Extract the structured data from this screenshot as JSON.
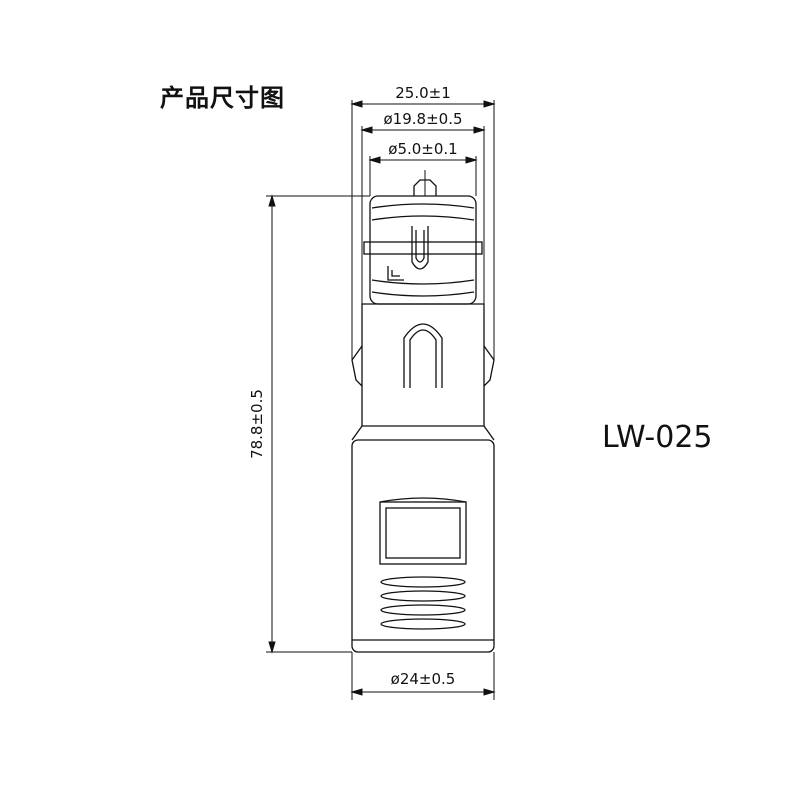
{
  "drawing": {
    "title": "产品尺寸图",
    "model": "LW-025",
    "dimensions": {
      "overall_width": "25.0±1",
      "body_diameter": "ø19.8±0.5",
      "tip_diameter": "ø5.0±0.1",
      "length": "78.8±0.5",
      "base_diameter": "ø24±0.5"
    }
  },
  "colors": {
    "line": "#111111",
    "background": "#ffffff"
  }
}
